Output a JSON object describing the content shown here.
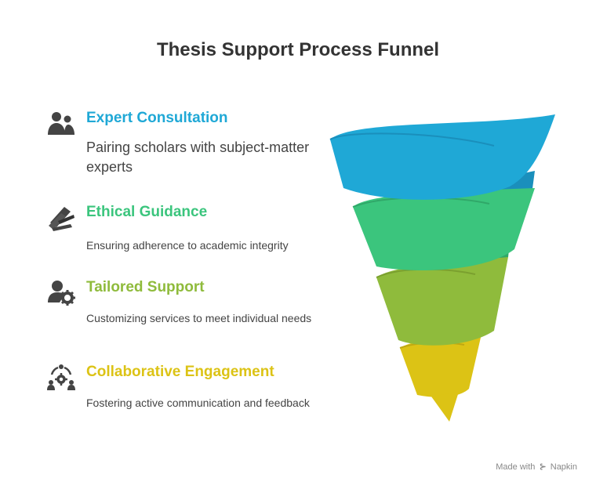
{
  "title": "Thesis Support Process Funnel",
  "steps": [
    {
      "heading": "Expert Consultation",
      "description": "Pairing scholars with subject-matter experts",
      "icon": "people-icon",
      "color": "#1FA8D6"
    },
    {
      "heading": "Ethical Guidance",
      "description": "Ensuring adherence to academic integrity",
      "icon": "documents-icon",
      "color": "#3BC57D"
    },
    {
      "heading": "Tailored Support",
      "description": "Customizing services to meet individual needs",
      "icon": "user-gear-icon",
      "color": "#8FBB3C"
    },
    {
      "heading": "Collaborative Engagement",
      "description": "Fostering active communication and feedback",
      "icon": "team-gear-icon",
      "color": "#DCC315"
    }
  ],
  "footer": {
    "made_with": "Made with",
    "brand": "Napkin"
  }
}
